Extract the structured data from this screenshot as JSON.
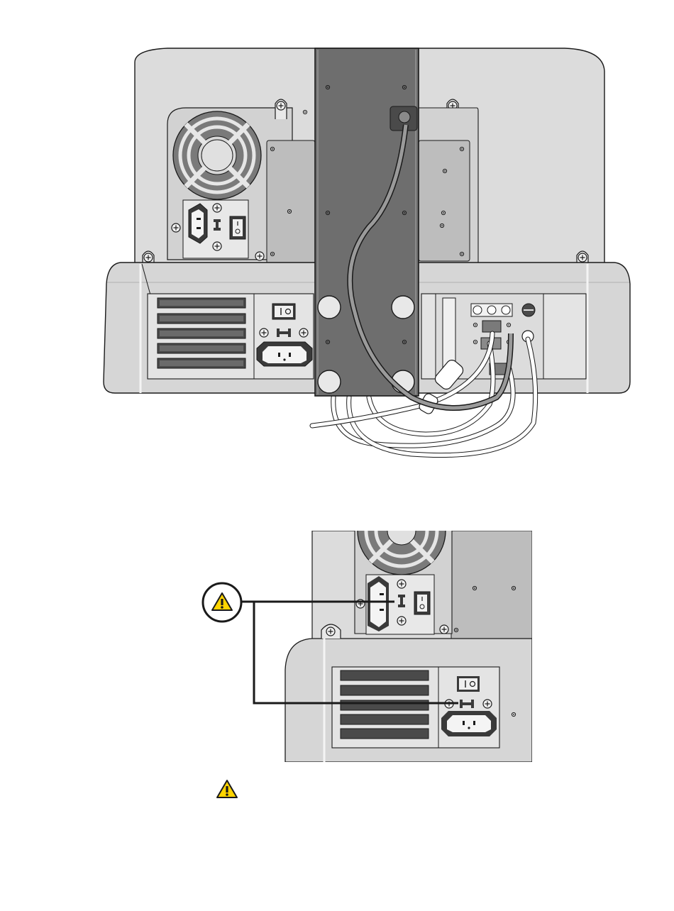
{
  "colors": {
    "housing": "#dcdcdc",
    "housing_shade": "#cfcfcf",
    "panel": "#c8c8c8",
    "dark_panel": "#bdbdbd",
    "stand": "#6e6e6e",
    "slot": "#4a4a4a",
    "line": "#1a1a1a",
    "warning_fill": "#ffd400"
  },
  "figures": [
    {
      "name": "rear-view-with-stand-and-cables"
    },
    {
      "name": "detail-view-voltage-selectors"
    }
  ],
  "switch_labels": {
    "on_off": "I 0"
  },
  "icons": {
    "warning_callout": "warning-triangle-icon",
    "warning_note": "warning-triangle-icon",
    "screw": "screw-icon",
    "fan": "fan-grille-icon",
    "power_socket": "power-socket-icon",
    "rocker_switch": "rocker-switch-icon"
  }
}
